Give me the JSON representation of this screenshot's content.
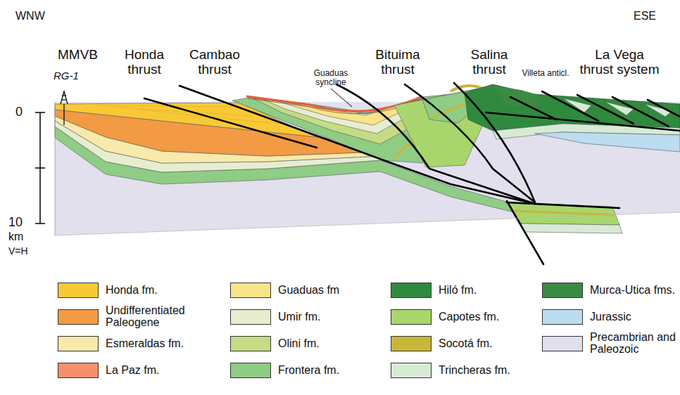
{
  "diagram": {
    "labels": [
      "WNW",
      "ESE",
      "MMVB",
      "RG-1",
      "Honda thrust",
      "Cambao thrust",
      "Guaduas syncline",
      "Bituima thrust",
      "Salina thrust",
      "Villeta anticl.",
      "La Vega thrust system",
      "0",
      "10",
      "km",
      "V=H"
    ],
    "legend": [
      {
        "text": "Honda fm.",
        "color": "#f9c935"
      },
      {
        "text": "Undifferentiated Paleogene",
        "color": "#f29a44"
      },
      {
        "text": "Esmeraldas fm.",
        "color": "#f8eaa8"
      },
      {
        "text": "La Paz fm.",
        "color": "#f7906a"
      },
      {
        "text": "Guaduas fm",
        "color": "#f9e48a"
      },
      {
        "text": "Umir fm.",
        "color": "#e6eecf"
      },
      {
        "text": "Olini fm.",
        "color": "#c5dc84"
      },
      {
        "text": "Frontera fm.",
        "color": "#8fcc84"
      },
      {
        "text": "Hiló fm.",
        "color": "#2f8a3e"
      },
      {
        "text": "Capotes fm.",
        "color": "#a8d66c"
      },
      {
        "text": "Socotá fm.",
        "color": "#c8b63a"
      },
      {
        "text": "Trincheras fm.",
        "color": "#d7ebd4"
      },
      {
        "text": "Murca-Utica fms.",
        "color": "#3b8a44"
      },
      {
        "text": "Jurassic",
        "color": "#bcdcef"
      },
      {
        "text": "Precambrian and Paleozoic",
        "color": "#e2e0ec"
      }
    ]
  }
}
